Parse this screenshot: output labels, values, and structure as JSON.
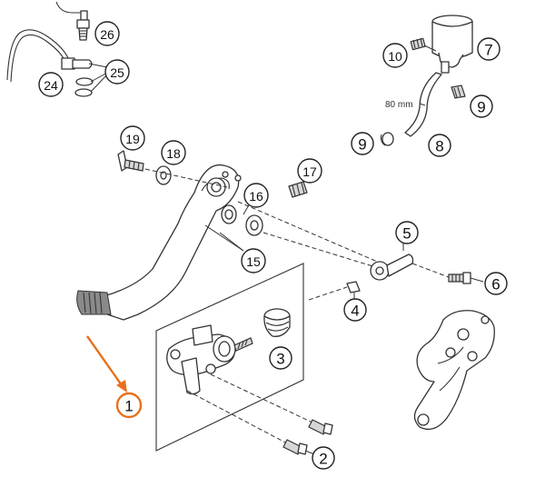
{
  "callouts": {
    "c1": "1",
    "c2": "2",
    "c3": "3",
    "c4": "4",
    "c5": "5",
    "c6": "6",
    "c7": "7",
    "c8": "8",
    "c9a": "9",
    "c9b": "9",
    "c10": "10",
    "c15": "15",
    "c16": "16",
    "c17": "17",
    "c18": "18",
    "c19": "19",
    "c24": "24",
    "c25": "25",
    "c26": "26"
  },
  "dimension_label": "80 mm",
  "colors": {
    "highlight": "#e8701e",
    "line": "#333333",
    "background": "#ffffff"
  }
}
